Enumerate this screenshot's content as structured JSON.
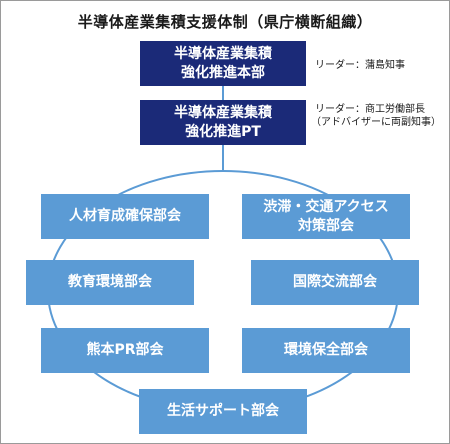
{
  "title": "半導体産業集積支援体制（県庁横断組織）",
  "headquarters": {
    "line1": "半導体産業集積",
    "line2": "強化推進本部",
    "leader": "リーダー：蒲島知事"
  },
  "project_team": {
    "line1": "半導体産業集積",
    "line2": "強化推進PT",
    "leader_line1": "リーダー：商工労働部長",
    "leader_line2": "（アドバイザーに両副知事）"
  },
  "subcommittees": {
    "human_resources": "人材育成確保部会",
    "traffic_line1": "渋滞・交通アクセス",
    "traffic_line2": "対策部会",
    "education_environment": "教育環境部会",
    "international_exchange": "国際交流部会",
    "kumamoto_pr": "熊本PR部会",
    "environmental_protection": "環境保全部会",
    "life_support": "生活サポート部会"
  },
  "colors": {
    "navy": "#1b2a78",
    "blue": "#5b9bd5",
    "line": "#5b9bd5"
  }
}
